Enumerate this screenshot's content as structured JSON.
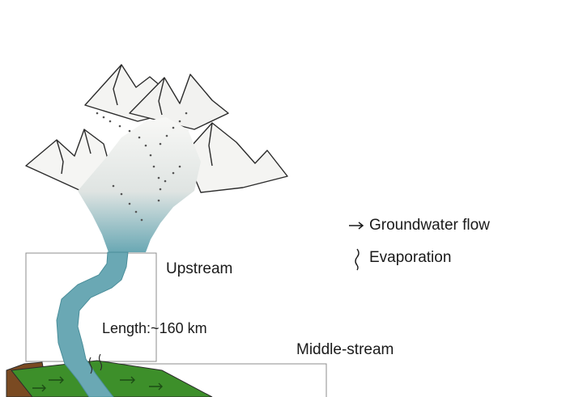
{
  "legend": {
    "groundwater": {
      "label": "Groundwater flow",
      "icon": "arrow-right-icon"
    },
    "evaporation": {
      "label": "Evaporation",
      "icon": "wavy-line-icon"
    }
  },
  "zones": {
    "upstream": {
      "label": "Upstream",
      "length_label": "Length:~160 km"
    },
    "middle": {
      "label": "Middle-stream"
    }
  },
  "colors": {
    "river": "#6aa8b4",
    "ground_green": "#3d8f2a",
    "soil_brown": "#7a4a22",
    "mountain_line": "#2b2b2b",
    "snow": "#f6f6f4",
    "box_stroke": "#8c8c8c"
  }
}
